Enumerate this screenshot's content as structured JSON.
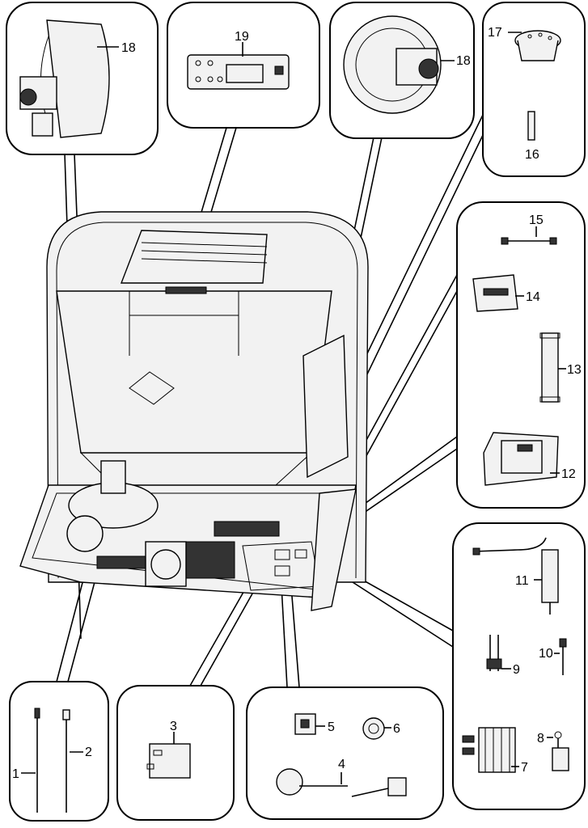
{
  "callouts": {
    "c1": "1",
    "c2": "2",
    "c3": "3",
    "c4": "4",
    "c5": "5",
    "c6": "6",
    "c7": "7",
    "c8": "8",
    "c9": "9",
    "c10": "10",
    "c11": "11",
    "c12": "12",
    "c13": "13",
    "c14": "14",
    "c15": "15",
    "c16": "16",
    "c17": "17",
    "c18a": "18",
    "c18b": "18",
    "c19": "19"
  }
}
